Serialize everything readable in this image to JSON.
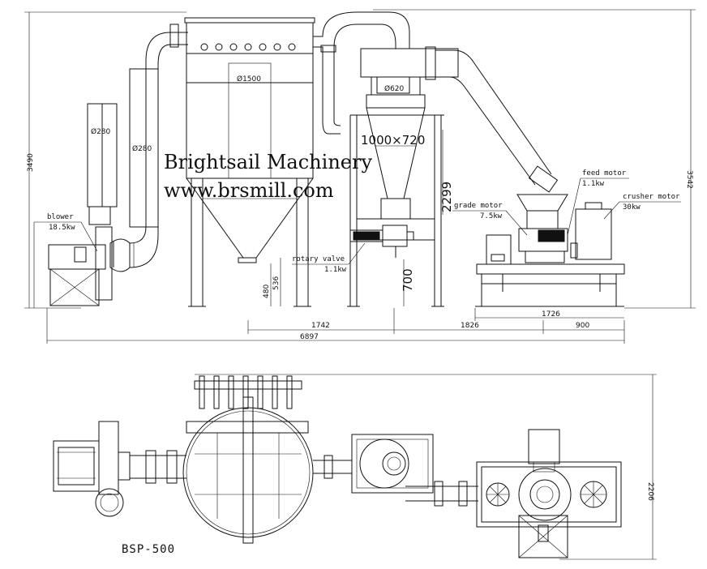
{
  "watermark": {
    "company": "Brightsail Machinery",
    "website": "www.brsmill.com"
  },
  "model": "BSP-500",
  "labels": {
    "blower": "blower",
    "blower_kw": "18.5kw",
    "rotary_valve": "rotary valve",
    "rotary_valve_kw": "1.1kw",
    "grade_motor": "grade motor",
    "grade_motor_kw": "7.5kw",
    "feed_motor": "feed motor",
    "feed_motor_kw": "1.1kw",
    "crusher_motor": "crusher motor",
    "crusher_motor_kw": "30kw"
  },
  "dimensions": {
    "pipe_dia_left": "Ø280",
    "pipe_dia_mid": "Ø280",
    "filter_dia": "Ø1500",
    "cyclone_dia": "Ø620",
    "frame_size": "1000×720",
    "height_2299": "2299",
    "height_700": "700",
    "height_480": "480",
    "height_536": "536",
    "total_height_left": "3490",
    "total_height_right": "3542",
    "width_1742": "1742",
    "width_1826": "1826",
    "width_1726": "1726",
    "width_900": "900",
    "total_width": "6897",
    "plan_depth": "2206"
  }
}
